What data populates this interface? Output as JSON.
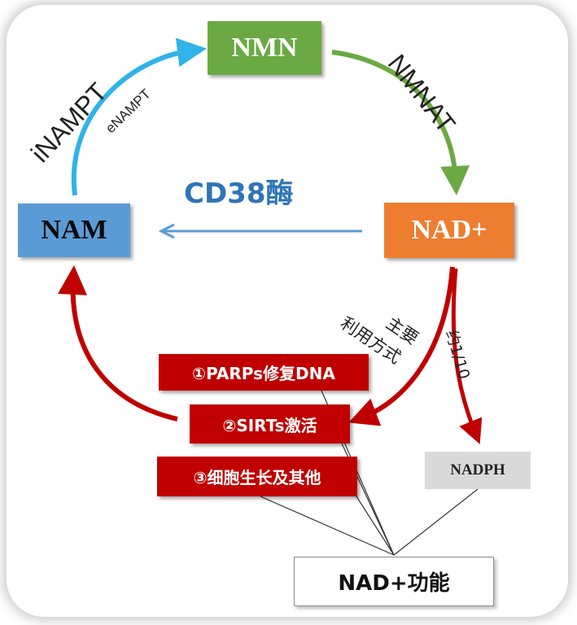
{
  "nodes": {
    "nmn": "NMN",
    "nam": "NAM",
    "nad_plus": "NAD+",
    "nadph": "NADPH",
    "nad_function": "NAD+功能"
  },
  "enzymes": {
    "inampt": "iNAMPT",
    "enampt": "eNAMPT",
    "nmnat": "NMNAT",
    "cd38": "CD38酶"
  },
  "pathway_labels": {
    "main_use_line1": "主要",
    "main_use_line2": "利用方式",
    "approx_fraction": "约1/10"
  },
  "uses": [
    "①PARPs修复DNA",
    "②SIRTs激活",
    "③细胞生长及其他"
  ],
  "colors": {
    "nmn": "#6aa943",
    "nam": "#5b9bd5",
    "nad_plus": "#ed7d31",
    "uses": "#c00000",
    "nadph": "#d9d9d9",
    "arrow_blue": "#2fb3ea",
    "arrow_green": "#6aa943",
    "arrow_red": "#c00000",
    "cd38_arrow": "#5b9bd5"
  }
}
